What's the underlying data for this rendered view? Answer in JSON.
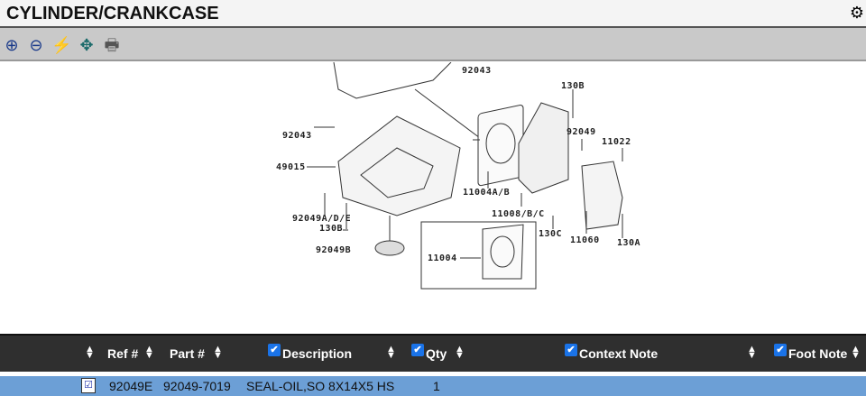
{
  "header": {
    "title": "CYLINDER/CRANKCASE",
    "corner_icon": "gear-icon"
  },
  "toolbar": {
    "items": [
      {
        "name": "zoom-in-icon",
        "glyph": "⊕"
      },
      {
        "name": "zoom-out-icon",
        "glyph": "⊖"
      },
      {
        "name": "lightning-icon",
        "glyph": "⚡"
      },
      {
        "name": "select-icon",
        "glyph": "✥"
      },
      {
        "name": "print-icon",
        "glyph": "🖶"
      }
    ]
  },
  "diagram": {
    "labels": [
      "92043",
      "130B",
      "92043",
      "92049",
      "11022",
      "49015",
      "11004A/B",
      "11008/B/C",
      "92049A/D/E",
      "130B",
      "130C",
      "11060",
      "130A",
      "92049B",
      "11004"
    ]
  },
  "table": {
    "columns": [
      {
        "label": "Ref #"
      },
      {
        "label": "Part #"
      },
      {
        "label": "Description",
        "checked": true
      },
      {
        "label": "Qty",
        "checked": true
      },
      {
        "label": "Context Note",
        "checked": true
      },
      {
        "label": "Foot Note",
        "checked": true
      }
    ],
    "rows": [
      {
        "ref": "92049E",
        "part": "92049-7019",
        "description": "SEAL-OIL,SO 8X14X5 HS",
        "qty": "1",
        "context_note": "",
        "foot_note": ""
      }
    ],
    "selected_color": "#6c9fd6"
  }
}
